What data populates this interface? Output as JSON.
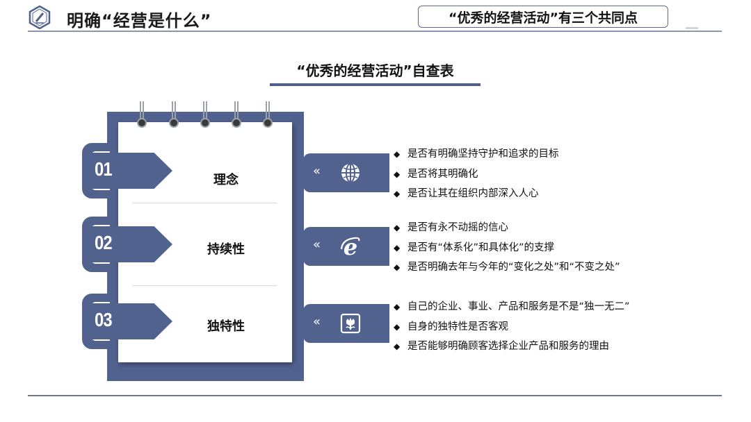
{
  "header": {
    "title": "明确“经营是什么”",
    "tag": "“优秀的经营活动”有三个共同点",
    "icon": "pencil-badge-icon"
  },
  "subtitle": "“优秀的经营活动”自查表",
  "colors": {
    "primary": "#52628f",
    "line": "#8a96ad"
  },
  "items": [
    {
      "num": "01",
      "label": "理念",
      "icon": "globe-icon",
      "bullets": [
        "是否有明确坚持守护和追求的目标",
        "是否将其明确化",
        "是否让其在组织内部深入人心"
      ]
    },
    {
      "num": "02",
      "label": "持续性",
      "icon": "ie-logo-icon",
      "bullets": [
        "是否有永不动摇的信心",
        "是否有“体系化”和具体化”的支撑",
        "是否明确去年与今年的“变化之处”和“不变之处”"
      ]
    },
    {
      "num": "03",
      "label": "独特性",
      "icon": "flower-badge-icon",
      "bullets": [
        "自己的企业、事业、产品和服务是不是“独一无二”",
        "自身的独特性是否客观",
        "是否能够明确顾客选择企业产品和服务的理由"
      ]
    }
  ],
  "chevron": "«",
  "bullet_marker": "◆"
}
